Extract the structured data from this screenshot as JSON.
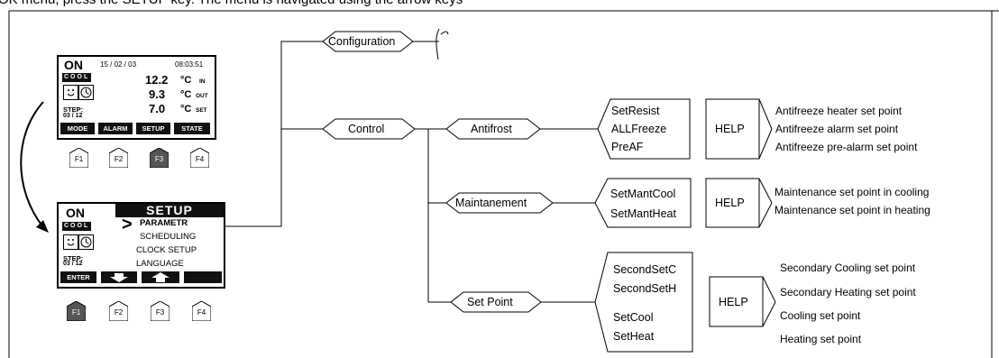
{
  "caption_top": "OK menu, press the SETUP key. The menu is navigated using the arrow keys",
  "screen1": {
    "status": "ON",
    "date": "15 / 02 / 03",
    "time": "08:03:51",
    "mode": "COOL",
    "rows": [
      {
        "value": "12.2",
        "unit": "°C",
        "tag": "IN"
      },
      {
        "value": "9.3",
        "unit": "°C",
        "tag": "OUT"
      },
      {
        "value": "7.0",
        "unit": "°C",
        "tag": "SET"
      }
    ],
    "step_label": "STEP:",
    "step_value": "03 / 12",
    "buttons": [
      "MODE",
      "ALARM",
      "SETUP",
      "STATE"
    ],
    "fkeys": [
      "F1",
      "F2",
      "F3",
      "F4"
    ],
    "active_fkey": "F3"
  },
  "screen2": {
    "status": "ON",
    "title": "SETUP",
    "mode": "COOL",
    "cursor": ">",
    "menu": [
      "PARAMETR",
      "SCHEDULING",
      "CLOCK SETUP",
      "LANGUAGE"
    ],
    "step_label": "STEP:",
    "step_value": "03 / 12",
    "buttons": [
      "ENTER",
      "",
      "",
      ""
    ],
    "button_icons": [
      "",
      "arrow-down-icon",
      "arrow-up-icon",
      ""
    ],
    "fkeys": [
      "F1",
      "F2",
      "F3",
      "F4"
    ],
    "active_fkey": "F1"
  },
  "tree": {
    "configuration": "Configuration",
    "control": "Control",
    "antifrost": "Antifrost",
    "maintenance": "Maintanement",
    "setpoint": "Set Point",
    "antifrost_params": [
      "SetResist",
      "ALLFreeze",
      "PreAF"
    ],
    "maintenance_params": [
      "SetMantCool",
      "SetMantHeat"
    ],
    "setpoint_params": [
      "SecondSetC",
      "SecondSetH",
      "SetCool",
      "SetHeat"
    ],
    "help": "HELP",
    "antifrost_help": [
      "Antifreeze heater set point",
      "Antifreeze alarm set point",
      "Antifreeze pre-alarm set point"
    ],
    "maintenance_help": [
      "Maintenance set point in cooling",
      "Maintenance set point in heating"
    ],
    "setpoint_help": [
      "Secondary Cooling set point",
      "Secondary Heating set point",
      "Cooling set point",
      "Heating set point"
    ]
  },
  "colors": {
    "lcd_dark": "#111111",
    "active_key": "#555555"
  }
}
